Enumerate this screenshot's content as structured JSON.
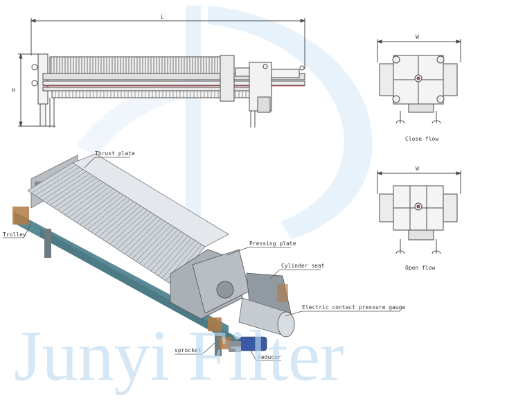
{
  "drawing": {
    "dim_length": "L",
    "dim_height": "H",
    "dim_width_close": "W",
    "dim_width_open": "W",
    "view_close_caption": "Close flow",
    "view_open_caption": "Open flow"
  },
  "callouts": {
    "thrust_plate": "Thrust plate",
    "trolley": "Trolley",
    "pressing_plate": "Pressing plate",
    "cylinder_seat": "Cylinder seat",
    "pressure_gauge": "Electric contact pressure gauge",
    "sprocket": "sprocket",
    "reducer": "reducer"
  },
  "watermark": {
    "text": "Junyi Filter"
  },
  "colors": {
    "line": "#4a4a4a",
    "machine_body": "#c8cdd2",
    "frame": "#5a8a95",
    "copper_accent": "#b07a45",
    "watermark": "#bcd9f0"
  }
}
